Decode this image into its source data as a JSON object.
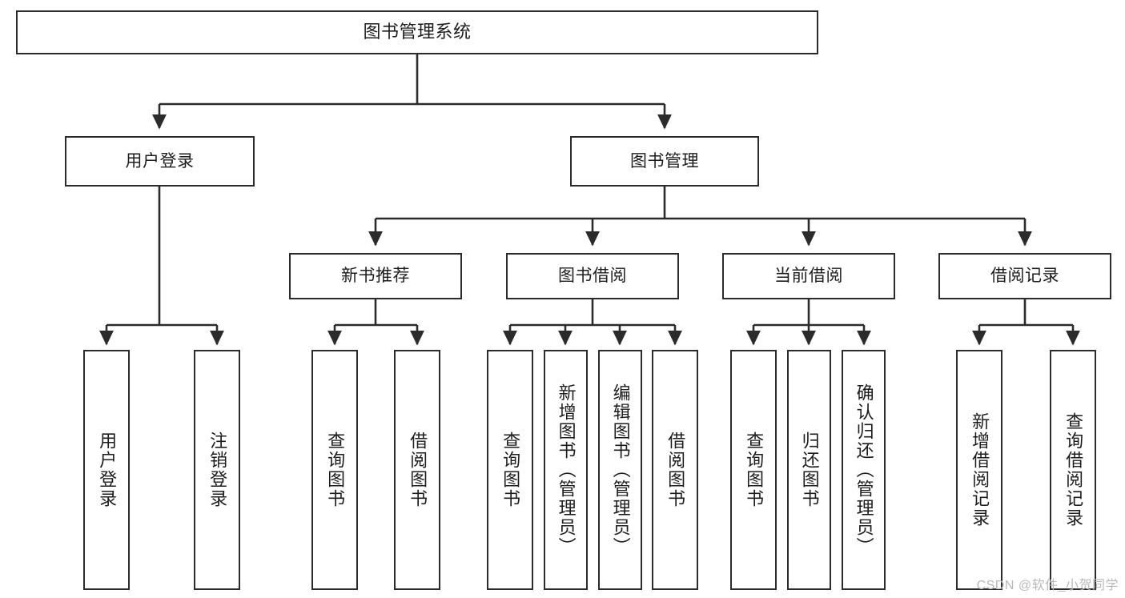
{
  "diagram": {
    "type": "tree-hierarchy-functional-decomposition",
    "title": "图书管理系统",
    "colors": {
      "stroke": "#2b2b2b",
      "fill": "#ffffff",
      "text": "#1d1d1d",
      "watermark": "#b9b9b9"
    },
    "root": {
      "label": "图书管理系统"
    },
    "level2": [
      {
        "id": "user-login",
        "label": "用户登录"
      },
      {
        "id": "book-manage",
        "label": "图书管理"
      }
    ],
    "level3": [
      {
        "id": "new-book-recommend",
        "label": "新书推荐",
        "parent": "book-manage"
      },
      {
        "id": "book-borrow",
        "label": "图书借阅",
        "parent": "book-manage"
      },
      {
        "id": "current-borrow",
        "label": "当前借阅",
        "parent": "book-manage"
      },
      {
        "id": "borrow-record",
        "label": "借阅记录",
        "parent": "book-manage"
      }
    ],
    "leaves": [
      {
        "id": "leaf-user-login",
        "label": "用户登录",
        "parent": "user-login"
      },
      {
        "id": "leaf-logout",
        "label": "注销登录",
        "parent": "user-login"
      },
      {
        "id": "leaf-query-book-1",
        "label": "查询图书",
        "parent": "new-book-recommend"
      },
      {
        "id": "leaf-borrow-book-1",
        "label": "借阅图书",
        "parent": "new-book-recommend"
      },
      {
        "id": "leaf-query-book-2",
        "label": "查询图书",
        "parent": "book-borrow"
      },
      {
        "id": "leaf-add-book",
        "label": "新增图书（管理员）",
        "parent": "book-borrow"
      },
      {
        "id": "leaf-edit-book",
        "label": "编辑图书（管理员）",
        "parent": "book-borrow"
      },
      {
        "id": "leaf-borrow-book-2",
        "label": "借阅图书",
        "parent": "book-borrow"
      },
      {
        "id": "leaf-query-book-3",
        "label": "查询图书",
        "parent": "current-borrow"
      },
      {
        "id": "leaf-return-book",
        "label": "归还图书",
        "parent": "current-borrow"
      },
      {
        "id": "leaf-confirm-return",
        "label": "确认归还（管理员）",
        "parent": "current-borrow"
      },
      {
        "id": "leaf-add-record",
        "label": "新增借阅记录",
        "parent": "borrow-record"
      },
      {
        "id": "leaf-query-record",
        "label": "查询借阅记录",
        "parent": "borrow-record"
      }
    ],
    "watermark": "CSDN @软件_小贺同学"
  }
}
